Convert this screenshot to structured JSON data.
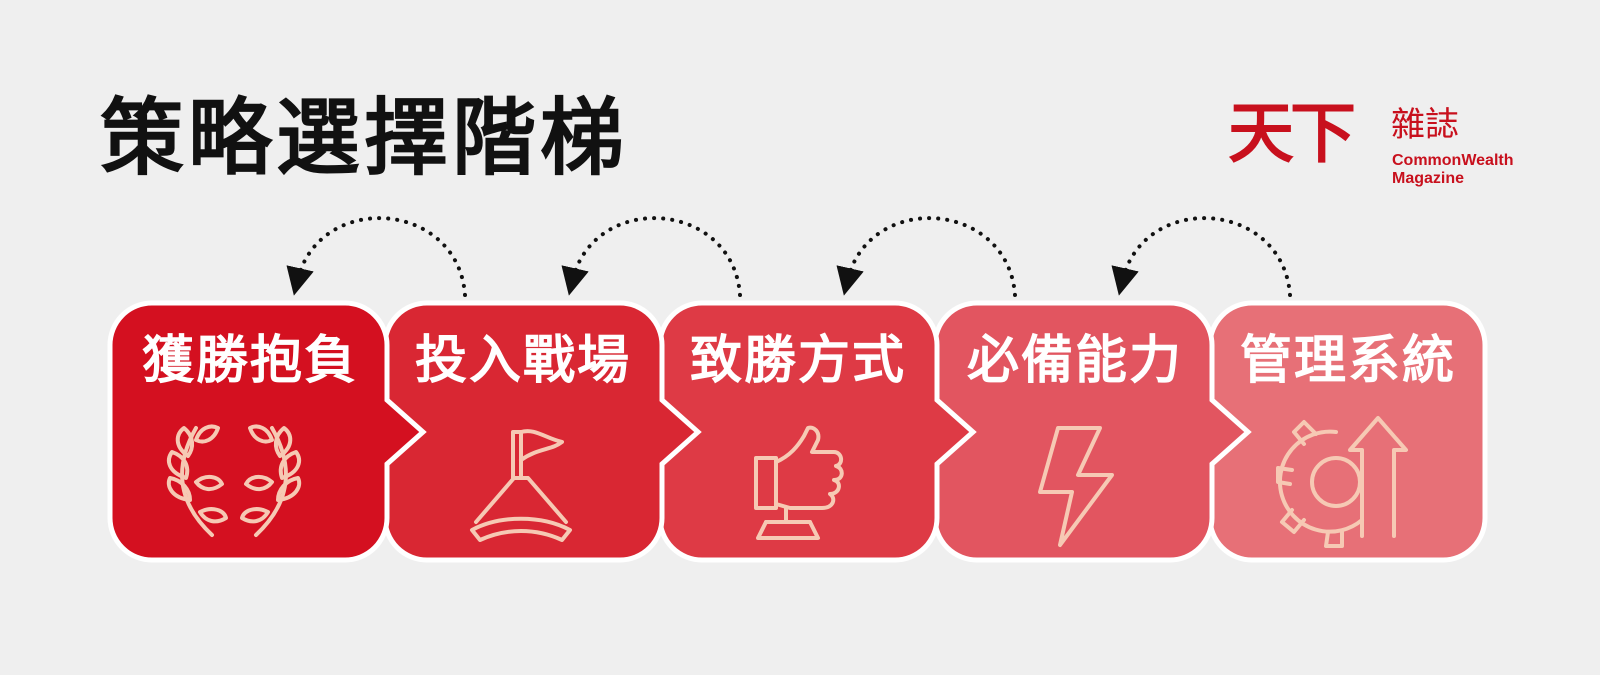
{
  "title": "策略選擇階梯",
  "logo": {
    "mark": "天下",
    "chinese": "雜誌",
    "english_line1": "CommonWealth",
    "english_line2": "Magazine"
  },
  "steps": [
    {
      "label": "獲勝抱負",
      "icon": "laurel-wreath-icon",
      "color": "#d41020"
    },
    {
      "label": "投入戰場",
      "icon": "flag-on-hill-icon",
      "color": "#d92733"
    },
    {
      "label": "致勝方式",
      "icon": "thumbs-up-trophy-icon",
      "color": "#de3a45"
    },
    {
      "label": "必備能力",
      "icon": "lightning-bolt-icon",
      "color": "#e25560"
    },
    {
      "label": "管理系統",
      "icon": "gear-arrow-up-icon",
      "color": "#e77077"
    }
  ],
  "colors": {
    "background": "#efefef",
    "brand_red": "#c8101d",
    "icon_stroke": "#f6c9b4",
    "connector": "#111111"
  }
}
